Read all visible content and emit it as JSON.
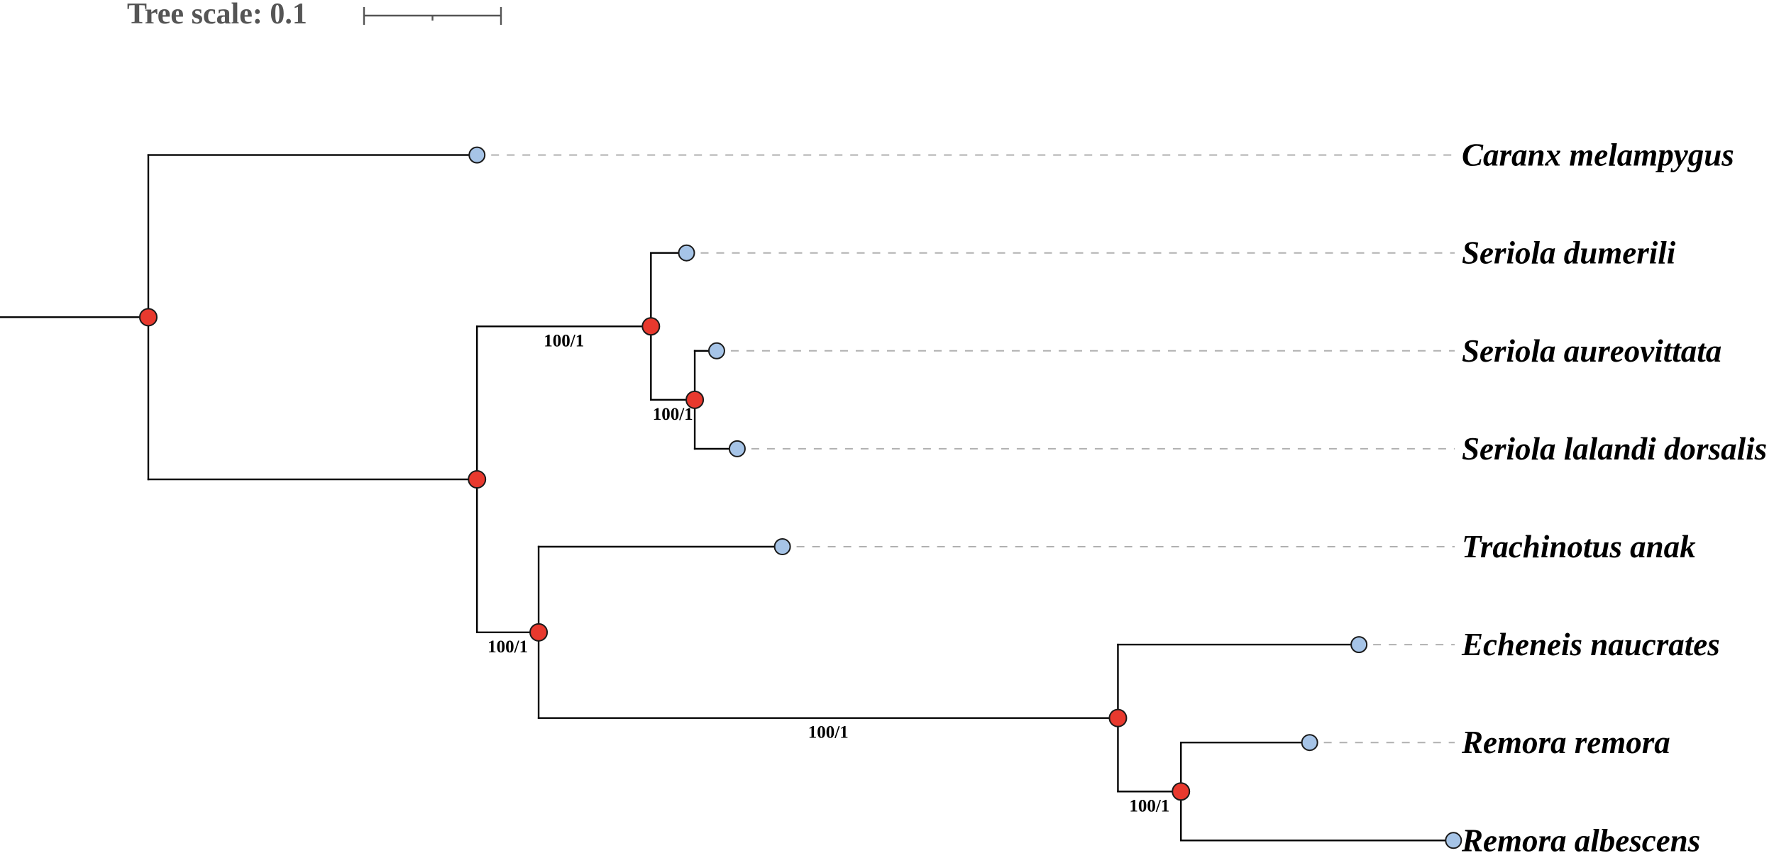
{
  "tree": {
    "scale_label": "Tree scale: 0.1",
    "scale_value": 0.1,
    "root": {
      "children": [
        {
          "name": "Caranx melampygus",
          "length": 0.24
        },
        {
          "length": 0.24,
          "children": [
            {
              "length": 0.127,
              "support": "100/1",
              "children": [
                {
                  "name": "Seriola dumerili",
                  "length": 0.026
                },
                {
                  "length": 0.032,
                  "support": "100/1",
                  "children": [
                    {
                      "name": "Seriola aureovittata",
                      "length": 0.016
                    },
                    {
                      "name": "Seriola lalandi dorsalis",
                      "length": 0.031
                    }
                  ]
                }
              ]
            },
            {
              "length": 0.045,
              "support": "100/1",
              "children": [
                {
                  "name": "Trachinotus anak",
                  "length": 0.178
                },
                {
                  "length": 0.423,
                  "support": "100/1",
                  "children": [
                    {
                      "name": "Echeneis naucrates",
                      "length": 0.176
                    },
                    {
                      "length": 0.046,
                      "support": "100/1",
                      "children": [
                        {
                          "name": "Remora remora",
                          "length": 0.094
                        },
                        {
                          "name": "Remora albescens",
                          "length": 0.199
                        }
                      ]
                    }
                  ]
                }
              ]
            }
          ]
        }
      ]
    }
  },
  "colors": {
    "internal_node": "#e8392e",
    "leaf_node": "#a6c4e7",
    "node_outline": "#1a1a1a",
    "branch": "#000000",
    "guide_line": "#b0b0b0",
    "scale": "#555555"
  }
}
